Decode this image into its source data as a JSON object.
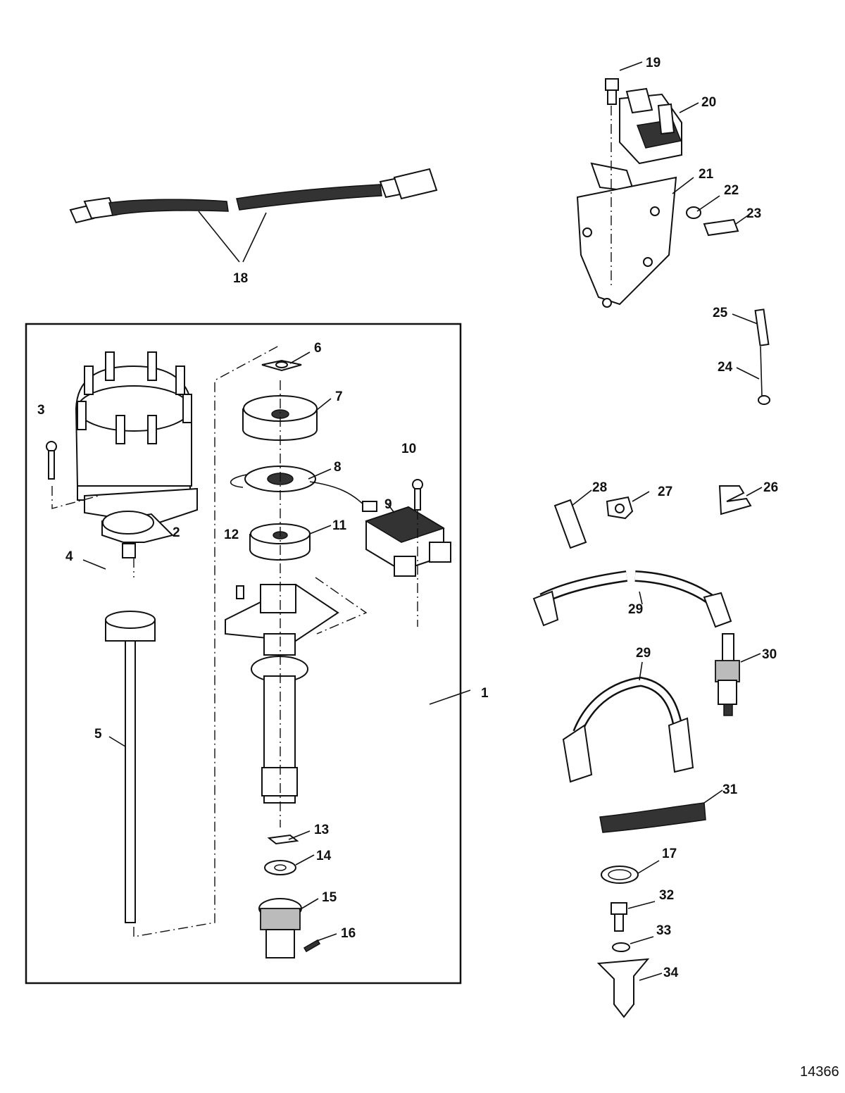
{
  "figure_number": "14366",
  "callouts": [
    "1",
    "2",
    "3",
    "4",
    "5",
    "6",
    "7",
    "8",
    "9",
    "10",
    "11",
    "12",
    "13",
    "14",
    "15",
    "16",
    "17",
    "18",
    "19",
    "20",
    "21",
    "22",
    "23",
    "24",
    "25",
    "26",
    "27",
    "28",
    "29",
    "29",
    "30",
    "31",
    "32",
    "33",
    "34"
  ]
}
